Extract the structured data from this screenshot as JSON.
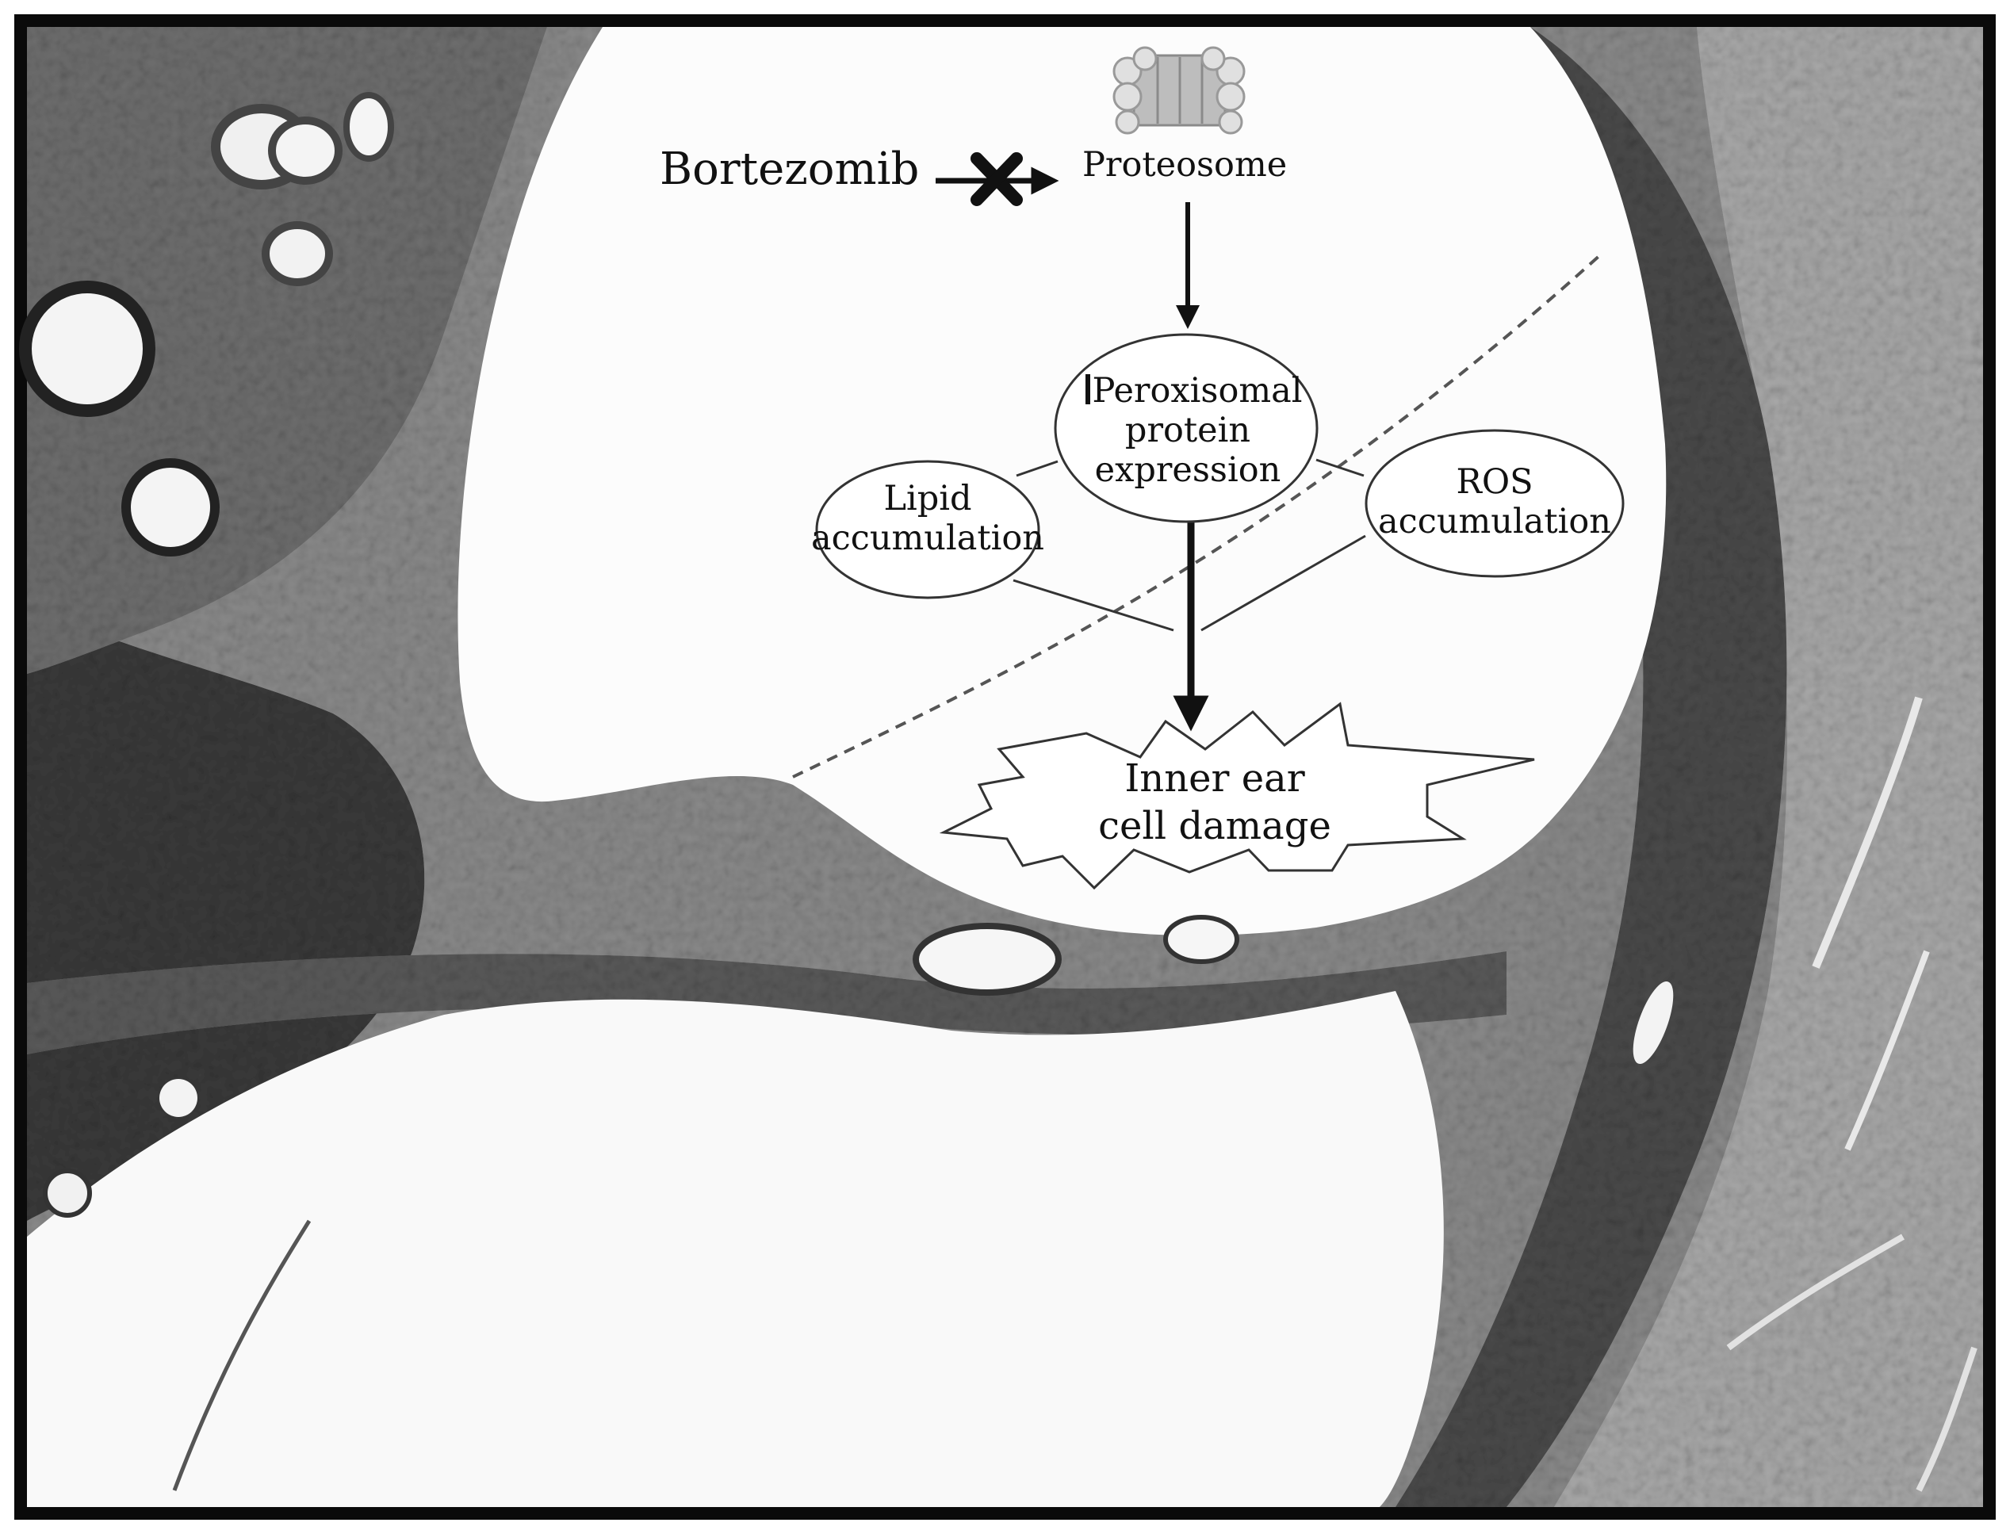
{
  "figure": {
    "background_description_colors": {
      "frame": "#0a0a0a",
      "tissue_dark": "#3a3a3a",
      "tissue_mid": "#7a7a7a",
      "tissue_light": "#a9a9a9",
      "cavity": "#fcfcfc",
      "node_fill": "#ffffff",
      "stroke": "#111111"
    },
    "icons": [
      "proteasome-icon",
      "blocked-x-icon",
      "starburst-shape"
    ],
    "labels": {
      "drug": "Bortezomib",
      "target": "Proteosome",
      "peroxisomal_line1": "Peroxisomal",
      "peroxisomal_line2": "protein",
      "peroxisomal_line3": "expression",
      "lipid_line1": "Lipid",
      "lipid_line2": "accumulation",
      "ros_line1": "ROS",
      "ros_line2": "accumulation",
      "damage_line1": "Inner ear",
      "damage_line2": "cell damage"
    }
  }
}
